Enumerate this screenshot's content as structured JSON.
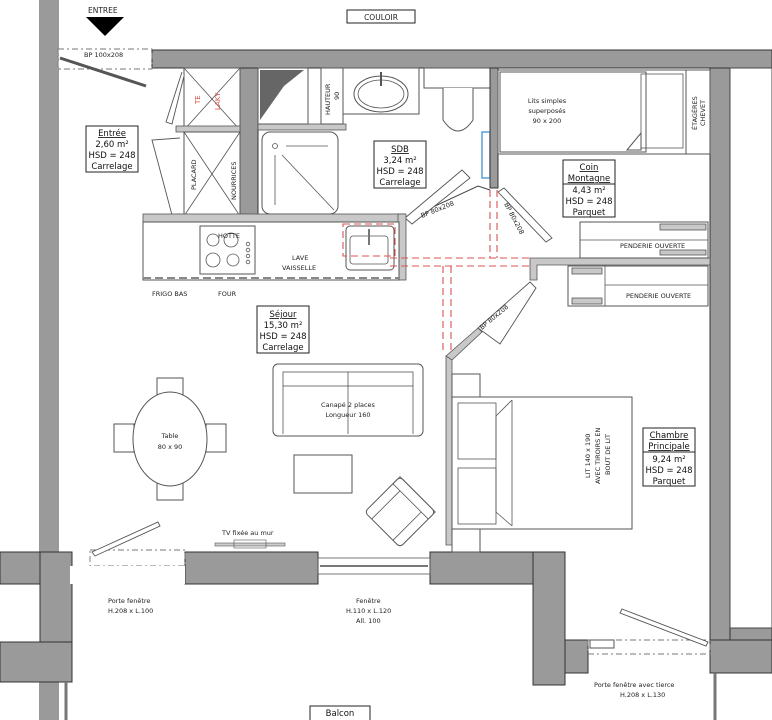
{
  "plan": {
    "corridor_label": "COULOIR",
    "entrance": {
      "label": "ENTREE",
      "door_label": "BP 100x208"
    },
    "rooms": {
      "entree": {
        "name": "Entrée",
        "area": "2,60 m²",
        "hsd": "HSD = 248",
        "floor": "Carrelage"
      },
      "sdb": {
        "name": "SDB",
        "area": "3,24 m²",
        "hsd": "HSD = 248",
        "floor": "Carrelage"
      },
      "coin_montagne": {
        "name_line1": "Coin",
        "name_line2": "Montagne",
        "area": "4,43 m²",
        "hsd": "HSD = 248",
        "floor": "Parquet"
      },
      "sejour": {
        "name": "Séjour",
        "area": "15,30 m²",
        "hsd": "HSD = 248",
        "floor": "Carrelage"
      },
      "chambre": {
        "name_line1": "Chambre",
        "name_line2": "Principale",
        "area": "9,24 m²",
        "hsd": "HSD = 248",
        "floor": "Parquet"
      },
      "balcon": {
        "name": "Balcon"
      }
    },
    "fixtures": {
      "wc_label_1": "TE",
      "wc_label_2": "LAKY",
      "placard": "PLACARD",
      "nourrices": "NOURRICES",
      "hauteur_1": "HAUTEUR",
      "hauteur_2": "90",
      "hotte": "HOTTE",
      "lave_1": "LAVE",
      "lave_2": "VAISSELLE",
      "frigo": "FRIGO BAS",
      "four": "FOUR",
      "bunk_1": "Lits simples",
      "bunk_2": "superposés",
      "bunk_3": "90 x 200",
      "etageres_1": "ÉTAGÈRES",
      "etageres_2": "CHEVET",
      "penderie_1": "PENDERIE OUVERTE",
      "penderie_2": "PENDERIE OUVERTE",
      "door_sdb": "BP 80x208",
      "door_coin": "BP 80x208",
      "door_chambre": "BP 80x208",
      "table_1": "Table",
      "table_2": "80 x 90",
      "sofa_1": "Canapé 2 places",
      "sofa_2": "Longueur 160",
      "tv": "TV fixée au mur",
      "bed_1": "LIT 140 x 190",
      "bed_2": "AVEC TIROIRS EN",
      "bed_3": "BOUT DE LIT"
    },
    "openings": {
      "porte_fenetre_1": "Porte fenêtre",
      "porte_fenetre_2": "H.208 x L.100",
      "fenetre_1": "Fenêtre",
      "fenetre_2": "H.110 x L.120",
      "fenetre_3": "All. 100",
      "porte_tierce_1": "Porte fenêtre avec tierce",
      "porte_tierce_2": "H.208 x L.130"
    },
    "colors": {
      "wall": "#9a9a9a",
      "pmr_path": "#d9534f",
      "radiator": "#5aa0d8"
    }
  }
}
